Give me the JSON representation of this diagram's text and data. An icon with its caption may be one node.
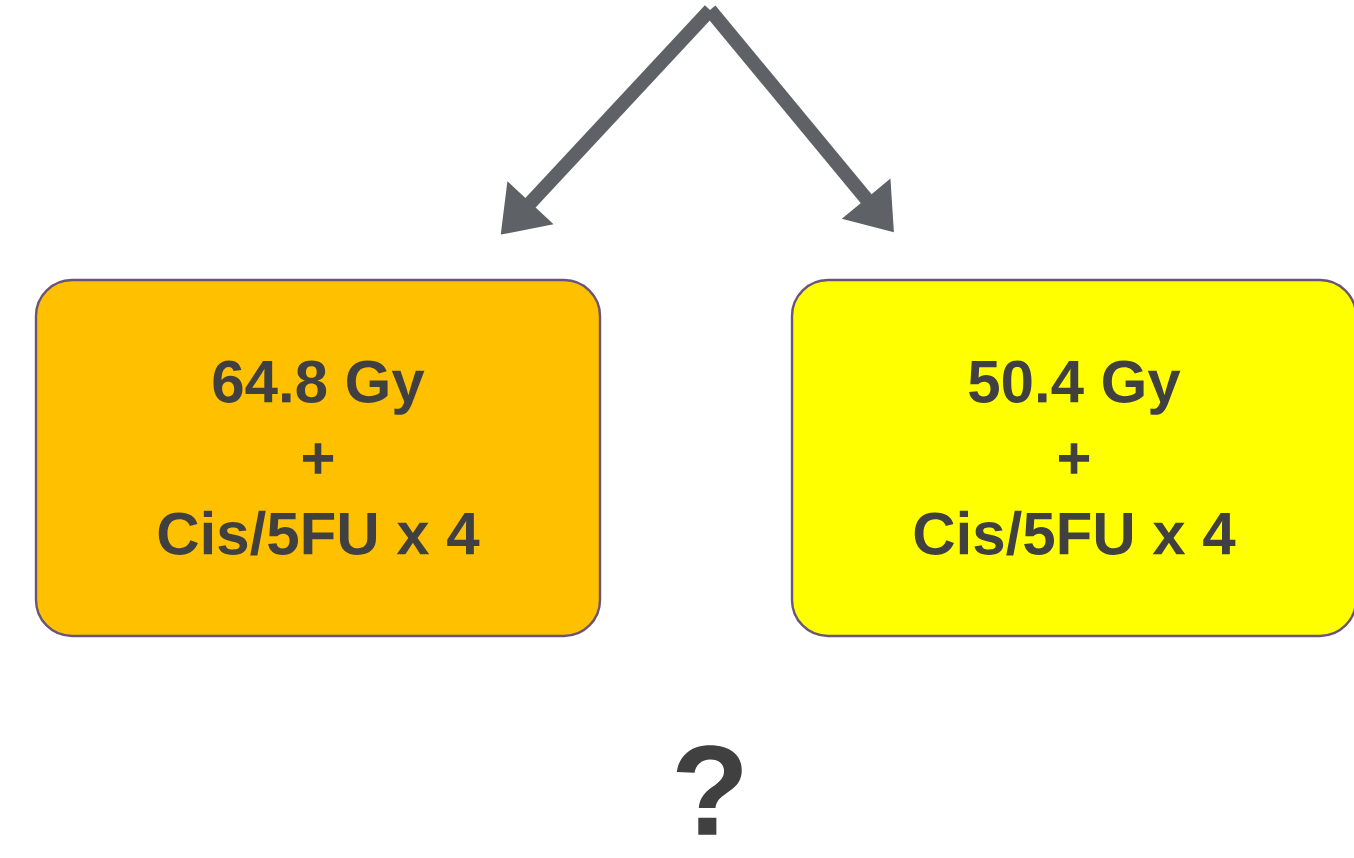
{
  "diagram": {
    "nodes": [
      {
        "text": [
          "64.8 Gy",
          "+",
          "Cis/5FU x 4"
        ]
      },
      {
        "text": [
          "50.4 Gy",
          "+",
          "Cis/5FU x 4"
        ]
      }
    ],
    "edges": [
      {
        "from": null,
        "to": 0,
        "arrow": "to"
      },
      {
        "from": null,
        "to": 1,
        "arrow": "to"
      }
    ],
    "labels": [
      "?"
    ]
  }
}
